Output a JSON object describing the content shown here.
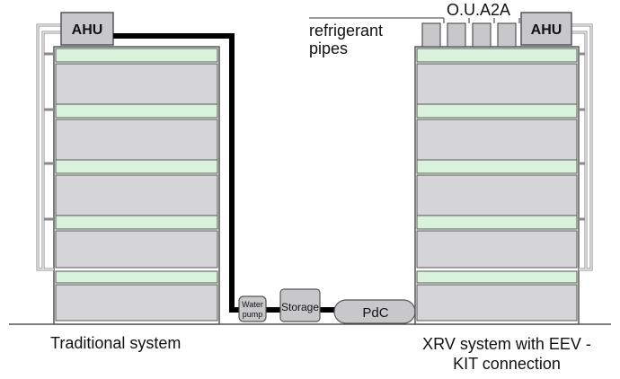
{
  "captions": {
    "traditional": "Traditional system",
    "xrv": "XRV system with EEV - KIT connection"
  },
  "labels": {
    "ahu": "AHU",
    "refrigerant_pipes": "refrigerant pipes",
    "outdoor_unit": "O.U.A2A",
    "water_pump": [
      "Water",
      "pump"
    ],
    "storage": "Storage",
    "pdc": "PdC"
  },
  "colors": {
    "floor": "#d5d5d8",
    "duct": "#d9f2dc",
    "unit": "#c8c8cb",
    "pipe_water": "#000000",
    "pipe_refrigerant": "#8a8a8a",
    "outline": "#555555"
  }
}
